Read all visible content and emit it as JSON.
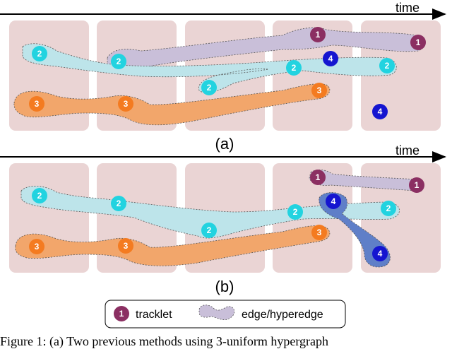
{
  "time_label": "time",
  "panel_a_label": "(a)",
  "panel_b_label": "(b)",
  "legend": {
    "node_number": "1",
    "tracklet": "tracklet",
    "edge": "edge/hyperedge"
  },
  "caption": {
    "figure": "Figure 1:",
    "text": "(a) Two previous methods using 3-uniform hypergraph"
  },
  "colors": {
    "frame": "#ead4d4",
    "track1": "#8b2f62",
    "track2": "#22d3e0",
    "track3": "#f47b20",
    "track4": "#1515d0",
    "edge1": "#c9bfd9",
    "edge2": "#bde4ea",
    "edge3": "#f2a66b",
    "edge4": "#5f7fc8"
  },
  "panel_a": {
    "nodes": [
      {
        "id": "a-t1-f4",
        "track": 1,
        "label": "1"
      },
      {
        "id": "a-t1-f5",
        "track": 1,
        "label": "1"
      },
      {
        "id": "a-t2-f1",
        "track": 2,
        "label": "2"
      },
      {
        "id": "a-t2-f2",
        "track": 2,
        "label": "2"
      },
      {
        "id": "a-t2-f3",
        "track": 2,
        "label": "2"
      },
      {
        "id": "a-t2-f4",
        "track": 2,
        "label": "2"
      },
      {
        "id": "a-t2-f5",
        "track": 2,
        "label": "2"
      },
      {
        "id": "a-t3-f1",
        "track": 3,
        "label": "3"
      },
      {
        "id": "a-t3-f2",
        "track": 3,
        "label": "3"
      },
      {
        "id": "a-t3-f4",
        "track": 3,
        "label": "3"
      },
      {
        "id": "a-t4-f4",
        "track": 4,
        "label": "4"
      },
      {
        "id": "a-t4-f5",
        "track": 4,
        "label": "4"
      }
    ]
  },
  "panel_b": {
    "nodes": [
      {
        "id": "b-t1-f4",
        "track": 1,
        "label": "1"
      },
      {
        "id": "b-t1-f5",
        "track": 1,
        "label": "1"
      },
      {
        "id": "b-t2-f1",
        "track": 2,
        "label": "2"
      },
      {
        "id": "b-t2-f2",
        "track": 2,
        "label": "2"
      },
      {
        "id": "b-t2-f3",
        "track": 2,
        "label": "2"
      },
      {
        "id": "b-t2-f4",
        "track": 2,
        "label": "2"
      },
      {
        "id": "b-t2-f5",
        "track": 2,
        "label": "2"
      },
      {
        "id": "b-t3-f1",
        "track": 3,
        "label": "3"
      },
      {
        "id": "b-t3-f2",
        "track": 3,
        "label": "3"
      },
      {
        "id": "b-t3-f4",
        "track": 3,
        "label": "3"
      },
      {
        "id": "b-t4-f4",
        "track": 4,
        "label": "4"
      },
      {
        "id": "b-t4-f5",
        "track": 4,
        "label": "4"
      }
    ]
  }
}
